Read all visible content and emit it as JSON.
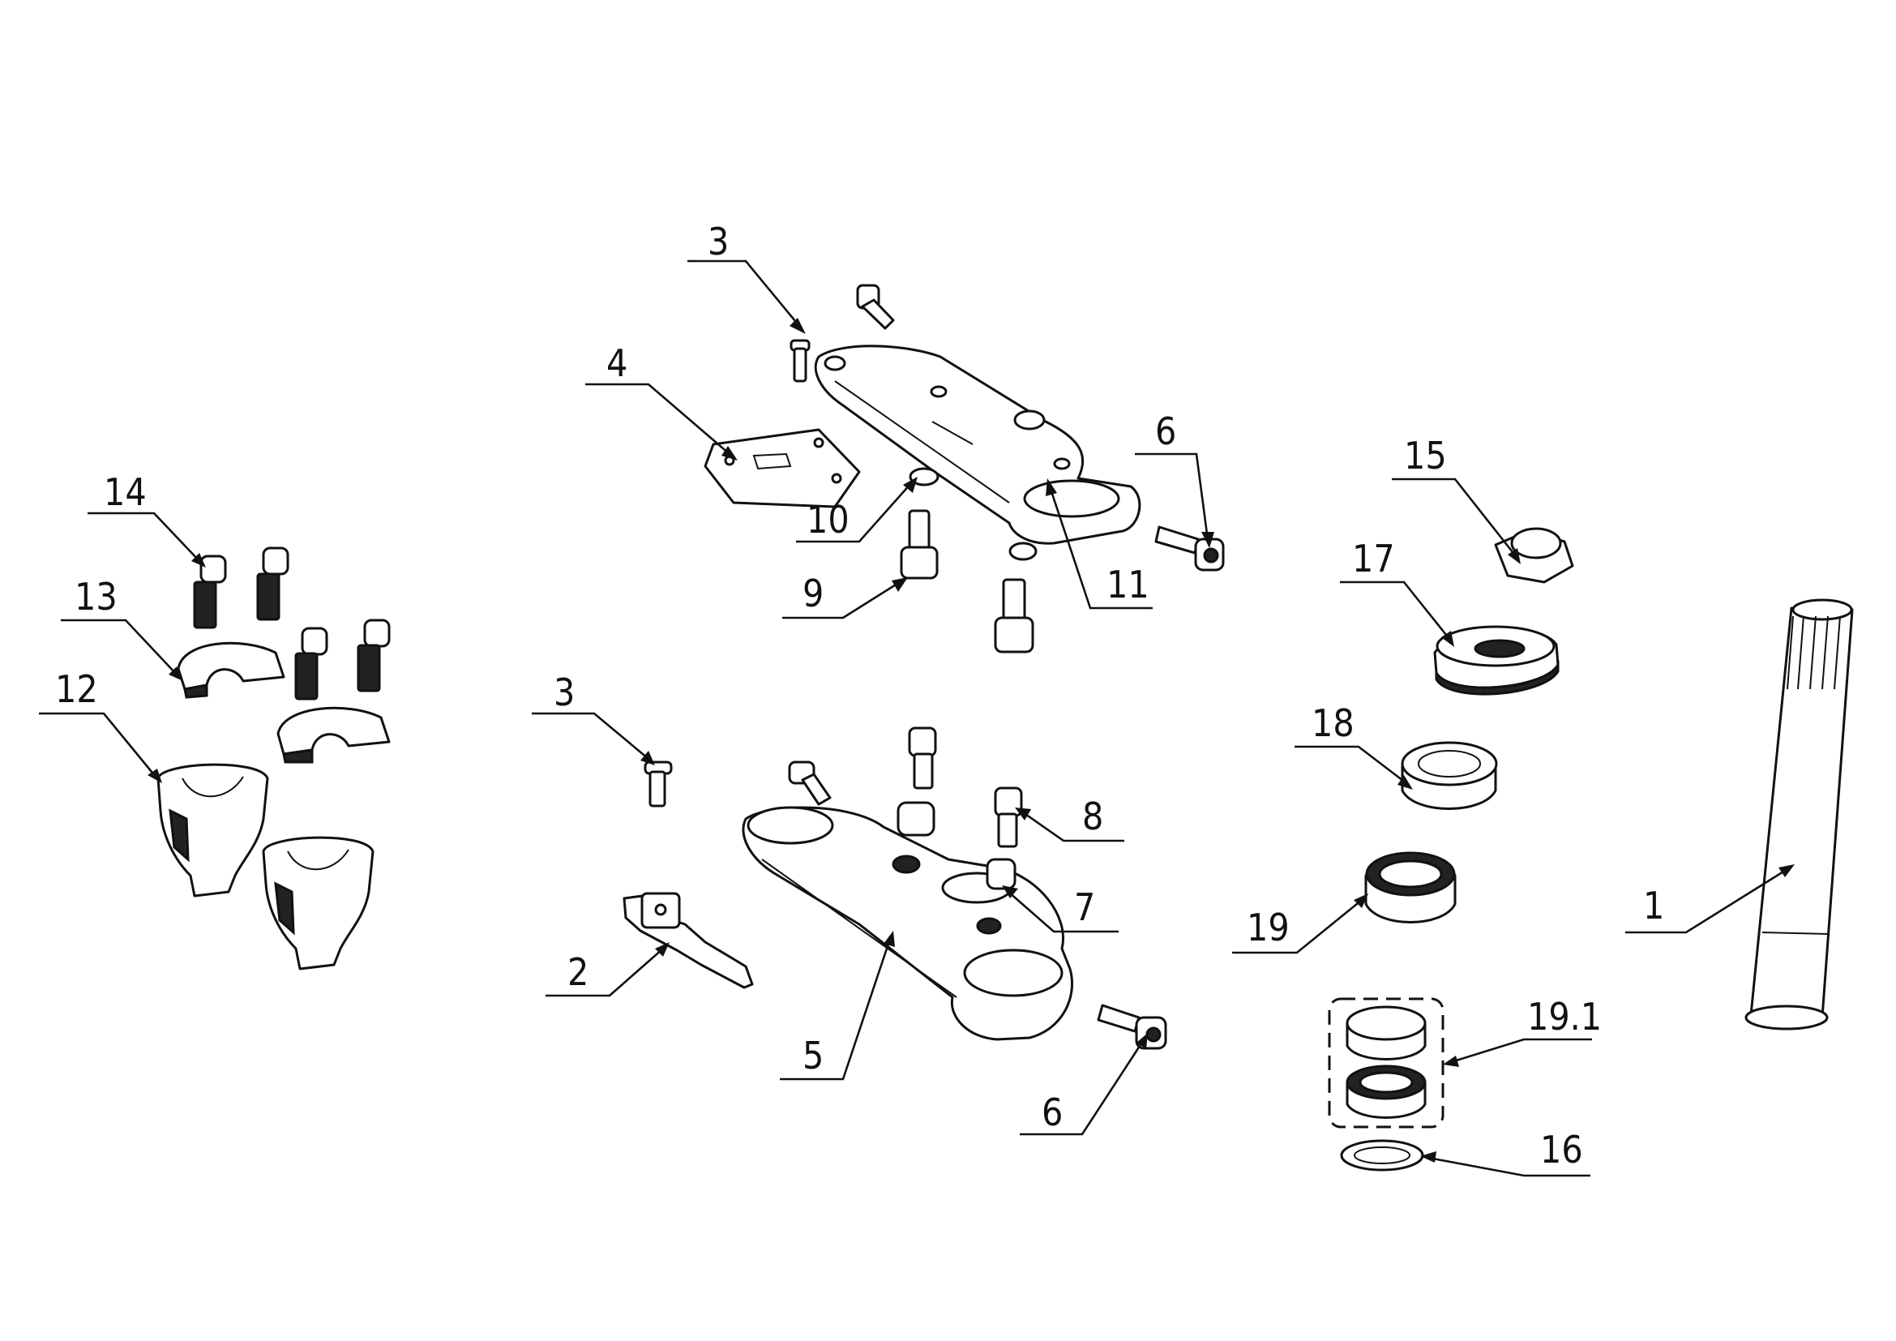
{
  "diagram": {
    "callouts": [
      {
        "id": "c3-top",
        "label": "3"
      },
      {
        "id": "c4",
        "label": "4"
      },
      {
        "id": "c6-top",
        "label": "6"
      },
      {
        "id": "c10",
        "label": "10"
      },
      {
        "id": "c9",
        "label": "9"
      },
      {
        "id": "c11",
        "label": "11"
      },
      {
        "id": "c14",
        "label": "14"
      },
      {
        "id": "c13",
        "label": "13"
      },
      {
        "id": "c12",
        "label": "12"
      },
      {
        "id": "c3-bottom",
        "label": "3"
      },
      {
        "id": "c8",
        "label": "8"
      },
      {
        "id": "c7",
        "label": "7"
      },
      {
        "id": "c2",
        "label": "2"
      },
      {
        "id": "c5",
        "label": "5"
      },
      {
        "id": "c6-bottom",
        "label": "6"
      },
      {
        "id": "c15",
        "label": "15"
      },
      {
        "id": "c17",
        "label": "17"
      },
      {
        "id": "c18",
        "label": "18"
      },
      {
        "id": "c19",
        "label": "19"
      },
      {
        "id": "c1",
        "label": "1"
      },
      {
        "id": "c19-1",
        "label": "19.1"
      },
      {
        "id": "c16",
        "label": "16"
      }
    ],
    "line_color": "#111111",
    "background": "#ffffff"
  }
}
